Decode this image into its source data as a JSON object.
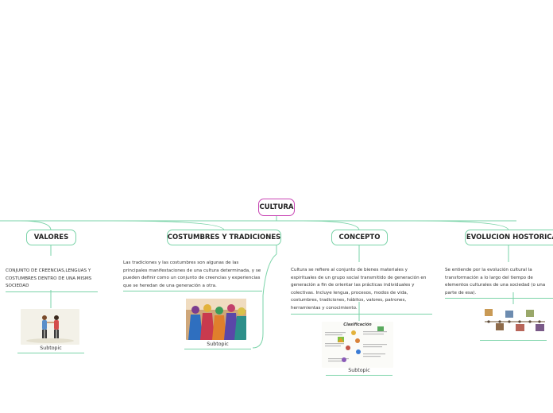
{
  "root": {
    "label": "CULTURA"
  },
  "branches": [
    {
      "label": "VALORES",
      "note": "CONJUNTO DE CREENCIAS,LENGUAS Y COSTUMBRES DENTRO DE UNA MISMS SOCIEDAD",
      "subtopic": "Subtopic"
    },
    {
      "label": "COSTUMBRES Y TRADICIONES",
      "note": "Las tradiciones y las costumbres son algunas de las principales manifestaciones de una cultura determinada, y se pueden definir como un conjunto de creencias y experiencias que se heredan de una generación a otra.",
      "subtopic": "Subtopic"
    },
    {
      "label": "CONCEPTO",
      "note": "Cultura se refiere al conjunto de bienes materiales y espirituales de un grupo social transmitido de generación en generación a fin de orientar las prácticas individuales y colectivas. Incluye lengua, procesos, modos de vida, costumbres, tradiciones, hábitos, valores, patrones, herramientas y conocimiento.",
      "subtopic": "Subtopic",
      "image_title": "Clasificación"
    },
    {
      "label": "EVOLUCION HOSTORICA",
      "note": "Se entiende por la evolución cultural la transformación a lo largo del tiempo de elementos culturales de una sociedad (o una parte de esa)."
    }
  ],
  "colors": {
    "root_border": "#c946b5",
    "branch_line": "#7ad3a8"
  }
}
